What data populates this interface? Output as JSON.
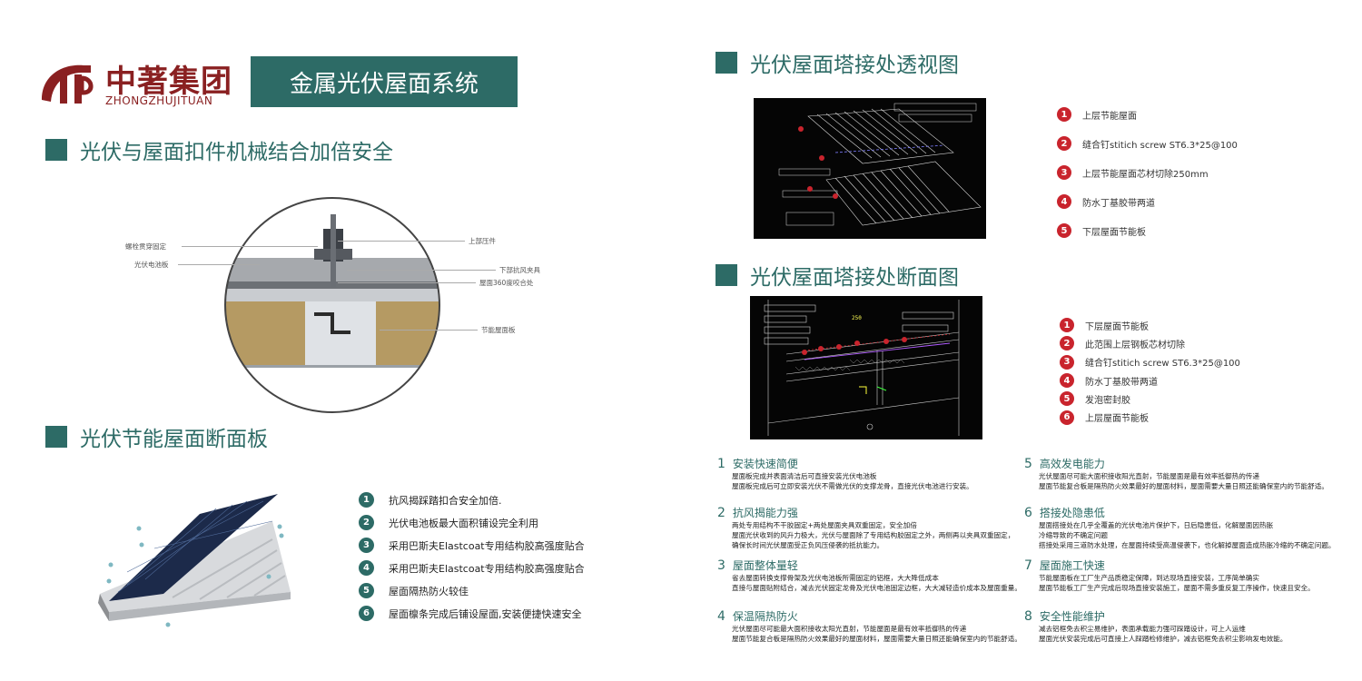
{
  "brand": {
    "name_cn": "中著集团",
    "name_en": "ZHONGZHUJITUAN"
  },
  "banner": {
    "title": "金属光伏屋面系统"
  },
  "sections": {
    "clip": "光伏与屋面扣件机械结合加倍安全",
    "panel": "光伏节能屋面断面板",
    "perspective": "光伏屋面塔接处透视图",
    "section_view": "光伏屋面塔接处断面图"
  },
  "clip_callouts": {
    "left": [
      "螺栓贯穿固定",
      "光伏电池板"
    ],
    "right": [
      "上部压件",
      "下部抗风夹具",
      "屋面360度咬合处",
      "节能屋面板"
    ]
  },
  "panel_features": [
    {
      "n": "1",
      "text": "抗风揭踩踏扣合安全加倍."
    },
    {
      "n": "2",
      "text": "光伏电池板最大面积铺设完全利用"
    },
    {
      "n": "3",
      "text": "采用巴斯夫Elastcoat专用结构胶高强度贴合"
    },
    {
      "n": "4",
      "text": "采用巴斯夫Elastcoat专用结构胶高强度贴合"
    },
    {
      "n": "5",
      "text": "屋面隔热防火较佳"
    },
    {
      "n": "6",
      "text": "屋面檩条完成后铺设屋面,安装便捷快速安全"
    }
  ],
  "perspective_legend": [
    {
      "n": "1",
      "text": "上层节能屋面"
    },
    {
      "n": "2",
      "text": "缝合钉stitich screw ST6.3*25@100"
    },
    {
      "n": "3",
      "text": "上层节能屋面芯材切除250mm"
    },
    {
      "n": "4",
      "text": "防水丁基胶带两道"
    },
    {
      "n": "5",
      "text": "下层屋面节能板"
    }
  ],
  "section_legend": [
    {
      "n": "1",
      "text": "下层屋面节能板"
    },
    {
      "n": "2",
      "text": "此范围上层钢板芯材切除"
    },
    {
      "n": "3",
      "text": "缝合钉stitich screw ST6.3*25@100"
    },
    {
      "n": "4",
      "text": "防水丁基胶带两道"
    },
    {
      "n": "5",
      "text": "发泡密封胶"
    },
    {
      "n": "6",
      "text": "上层屋面节能板"
    }
  ],
  "cad_labels": {
    "section_dim": "250"
  },
  "advantages": [
    {
      "n": "1",
      "title": "安装快速简便",
      "lines": [
        "屋面板完成并表面清洁后可直接安装光伏电池板",
        "屋面板完成后可立即安装光伏不需做光伏的支撑龙骨，直接光伏电池进行安装。"
      ]
    },
    {
      "n": "2",
      "title": "抗风揭能力强",
      "lines": [
        "两处专用结构不干胶固定+两处屋面夹具双重固定，安全加倍",
        "屋面光伏收到的风升力极大，光伏与屋面除了专用结构胶固定之外，两侧再以夹具双重固定，",
        "确保长时间光伏屋面受正负风压侵袭的抵抗能力。"
      ]
    },
    {
      "n": "3",
      "title": "屋面整体量轻",
      "lines": [
        "省去屋面转换支撑骨架及光伏电池板所需固定的铝框，大大降低成本",
        "直接与屋面贴附结合，减去光伏固定龙骨及光伏电池固定边框，大大减轻造价成本及屋面重量。"
      ]
    },
    {
      "n": "4",
      "title": "保温隔热防火",
      "lines": [
        "光伏屋面尽可能最大面积接收太阳光直射，节能屋面是最有效率抵御热的传递",
        "屋面节能复合板是隔热防火效果最好的屋面材料，屋面需要大量日照还能确保室内的节能舒适。"
      ]
    },
    {
      "n": "5",
      "title": "高效发电能力",
      "lines": [
        "光伏屋面尽可能大面积接收阳光直射，节能屋面是最有效率抵御热的传递",
        "屋面节能复合板是隔热防火效果最好的屋面材料，屋面需要大量日照还能确保室内的节能舒适。"
      ]
    },
    {
      "n": "6",
      "title": "搭接处隐患低",
      "lines": [
        "屋面搭接处在几乎全覆盖的光伏电池片保护下，日后隐患低，化解屋面因热胀",
        "冷缩导致的不确定问题",
        "搭接处采用三道防水处理，在屋面持续受高温侵袭下，也化解掉屋面造成热胀冷缩的不确定问题。"
      ]
    },
    {
      "n": "7",
      "title": "屋面施工快速",
      "lines": [
        "节能屋面板在工厂生产品质稳定保障，到达现场直接安装，工序简单确实",
        "屋面节能板工厂生产完成后现场直接安装施工，屋面不需多重反复工序操作，快速且安全。"
      ]
    },
    {
      "n": "8",
      "title": "安全性能维护",
      "lines": [
        "减去铝框免去积尘易维护，表面承载能力强可踩踏设计，可上人运维",
        "屋面光伏安装完成后可直接上人踩踏检修维护，减去铝框免去积尘影响发电效能。"
      ]
    }
  ],
  "colors": {
    "teal": "#2d6b66",
    "red": "#c9242d",
    "brand": "#8a2021"
  }
}
